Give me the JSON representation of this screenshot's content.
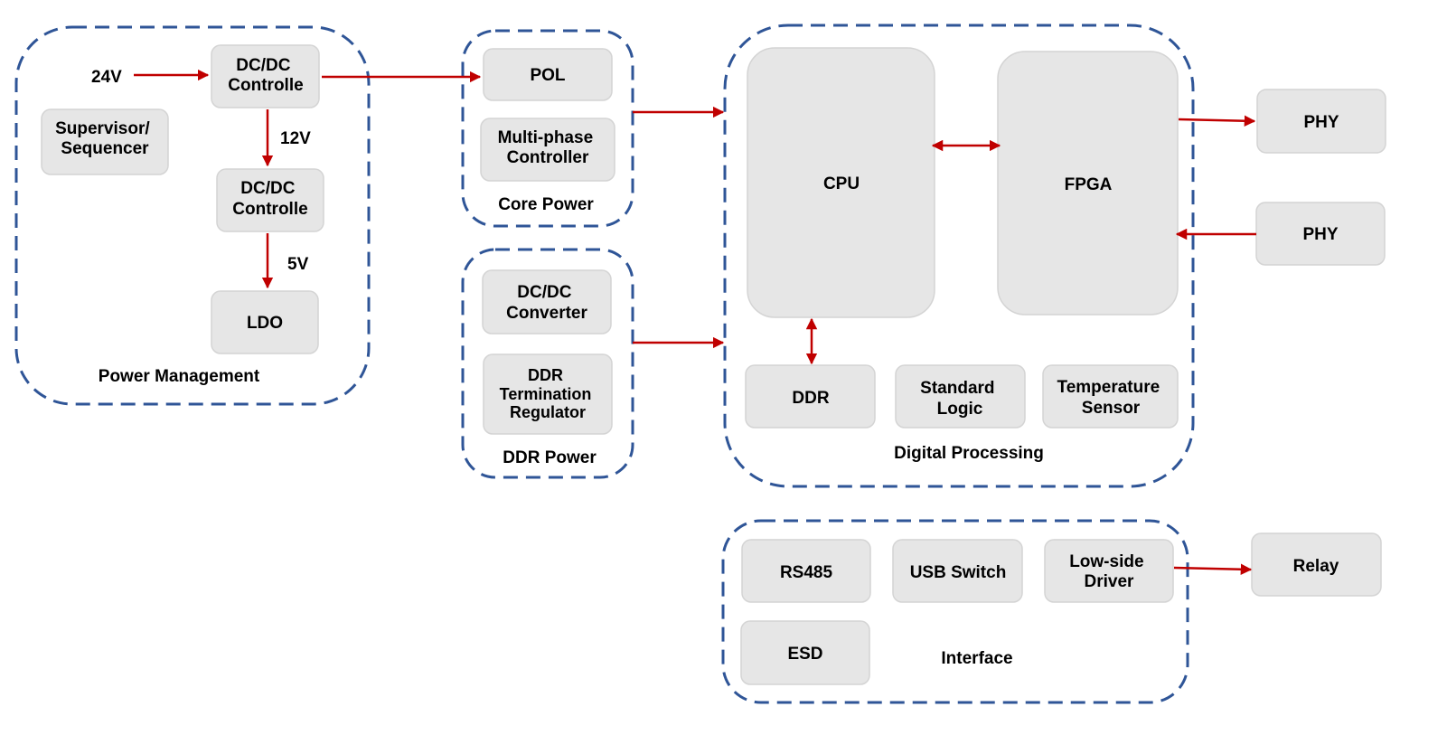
{
  "diagram": {
    "colors": {
      "frame": "#2F5597",
      "block_fill": "#E6E6E6",
      "arrow": "#C00000",
      "text": "#000000"
    },
    "groups": {
      "power_management": "Power Management",
      "core_power": "Core Power",
      "ddr_power": "DDR Power",
      "digital_processing": "Digital Processing",
      "interface": "Interface"
    },
    "blocks": {
      "dcdc_controller_24v": [
        "DC/DC",
        "Controlle"
      ],
      "supervisor_sequencer": [
        "Supervisor/",
        "Sequencer"
      ],
      "dcdc_controller_12v": [
        "DC/DC",
        "Controlle"
      ],
      "ldo": [
        "LDO"
      ],
      "pol": [
        "POL"
      ],
      "multiphase_controller": [
        "Multi-phase",
        "Controller"
      ],
      "dcdc_converter": [
        "DC/DC",
        "Converter"
      ],
      "ddr_termination_regulator": [
        "DDR",
        "Termination",
        "Regulator"
      ],
      "cpu": [
        "CPU"
      ],
      "fpga": [
        "FPGA"
      ],
      "ddr": [
        "DDR"
      ],
      "standard_logic": [
        "Standard",
        "Logic"
      ],
      "temperature_sensor": [
        "Temperature",
        "Sensor"
      ],
      "phy_out": [
        "PHY"
      ],
      "phy_in": [
        "PHY"
      ],
      "rs485": [
        "RS485"
      ],
      "usb_switch": [
        "USB Switch"
      ],
      "lowside_driver": [
        "Low-side",
        "Driver"
      ],
      "esd": [
        "ESD"
      ],
      "relay": [
        "Relay"
      ]
    },
    "wire_labels": {
      "input_24v": "24V",
      "rail_12v": "12V",
      "rail_5v": "5V"
    },
    "connections": [
      {
        "from": "input_24v",
        "to": "dcdc_controller_24v",
        "direction": "forward"
      },
      {
        "from": "dcdc_controller_24v",
        "to": "dcdc_controller_12v",
        "direction": "forward"
      },
      {
        "from": "dcdc_controller_12v",
        "to": "ldo",
        "direction": "forward"
      },
      {
        "from": "dcdc_controller_24v",
        "to": "pol",
        "direction": "forward"
      },
      {
        "from": "core_power",
        "to": "digital_processing",
        "direction": "forward"
      },
      {
        "from": "ddr_power",
        "to": "digital_processing",
        "direction": "forward"
      },
      {
        "from": "cpu",
        "to": "fpga",
        "direction": "both"
      },
      {
        "from": "cpu",
        "to": "ddr",
        "direction": "both"
      },
      {
        "from": "fpga",
        "to": "phy_out",
        "direction": "forward"
      },
      {
        "from": "phy_in",
        "to": "fpga",
        "direction": "forward"
      },
      {
        "from": "lowside_driver",
        "to": "relay",
        "direction": "forward"
      }
    ]
  }
}
